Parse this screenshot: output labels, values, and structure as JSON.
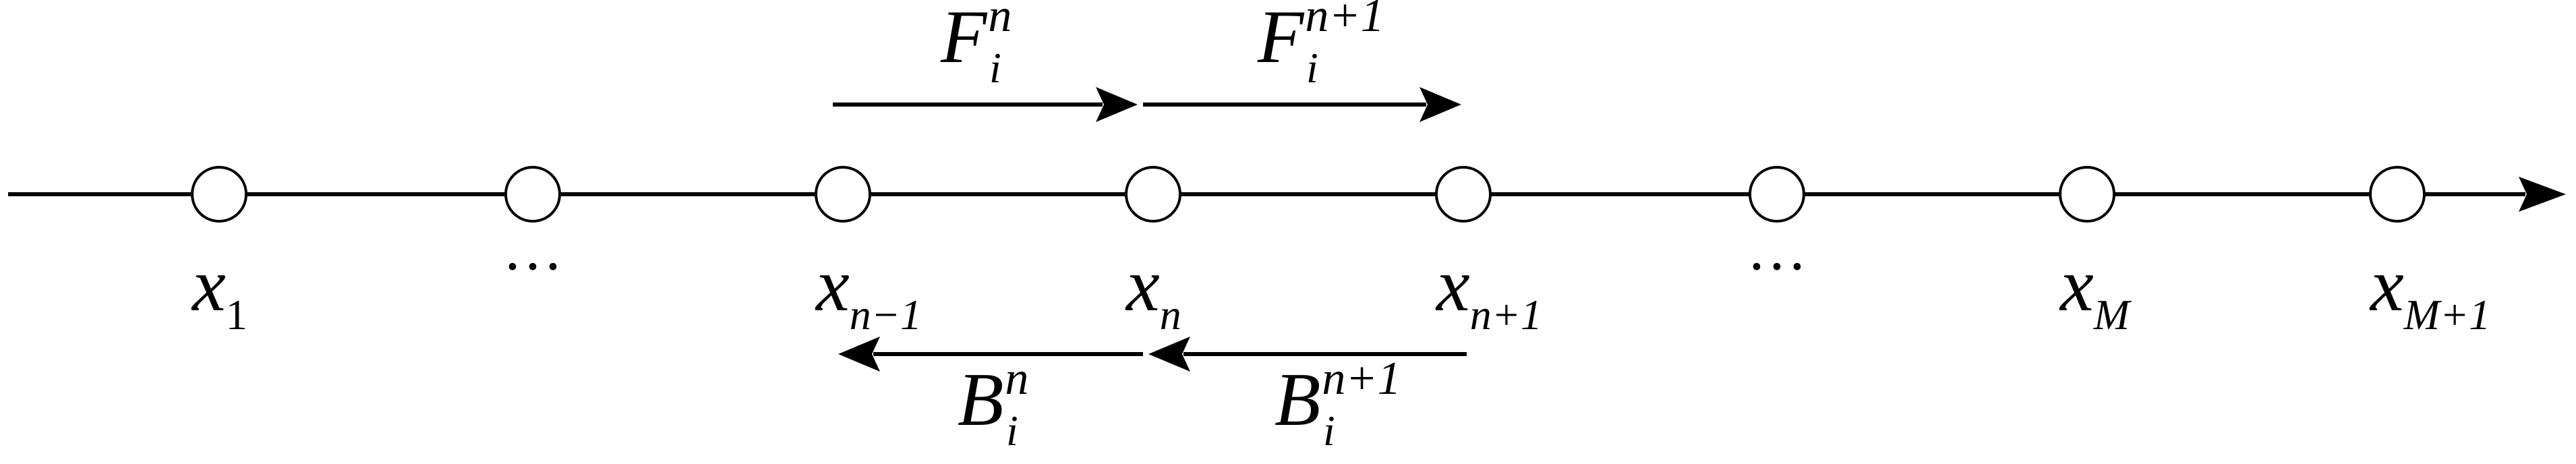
{
  "colors": {
    "stroke": "#000000",
    "node_fill": "#ffffff",
    "background": "#ffffff"
  },
  "nodes": [
    {
      "base": "x",
      "sub": "1",
      "sub_italic": false,
      "ellipsis": false
    },
    {
      "base": "",
      "sub": "",
      "sub_italic": false,
      "ellipsis": true,
      "label": "···"
    },
    {
      "base": "x",
      "sub": "n−1",
      "sub_italic": true,
      "ellipsis": false
    },
    {
      "base": "x",
      "sub": "n",
      "sub_italic": true,
      "ellipsis": false
    },
    {
      "base": "x",
      "sub": "n+1",
      "sub_italic": true,
      "ellipsis": false
    },
    {
      "base": "",
      "sub": "",
      "sub_italic": false,
      "ellipsis": true,
      "label": "···"
    },
    {
      "base": "x",
      "sub": "M",
      "sub_italic": true,
      "ellipsis": false
    },
    {
      "base": "x",
      "sub": "M+1",
      "sub_italic": true,
      "ellipsis": false
    }
  ],
  "forward_fluxes": [
    {
      "base": "F",
      "sub": "i",
      "sup": "n",
      "from_node": 2,
      "to_node": 3
    },
    {
      "base": "F",
      "sub": "i",
      "sup": "n+1",
      "from_node": 3,
      "to_node": 4
    }
  ],
  "backward_fluxes": [
    {
      "base": "B",
      "sub": "i",
      "sup": "n",
      "from_node": 3,
      "to_node": 2
    },
    {
      "base": "B",
      "sub": "i",
      "sup": "n+1",
      "from_node": 4,
      "to_node": 3
    }
  ],
  "axis": {
    "has_arrow": true
  }
}
